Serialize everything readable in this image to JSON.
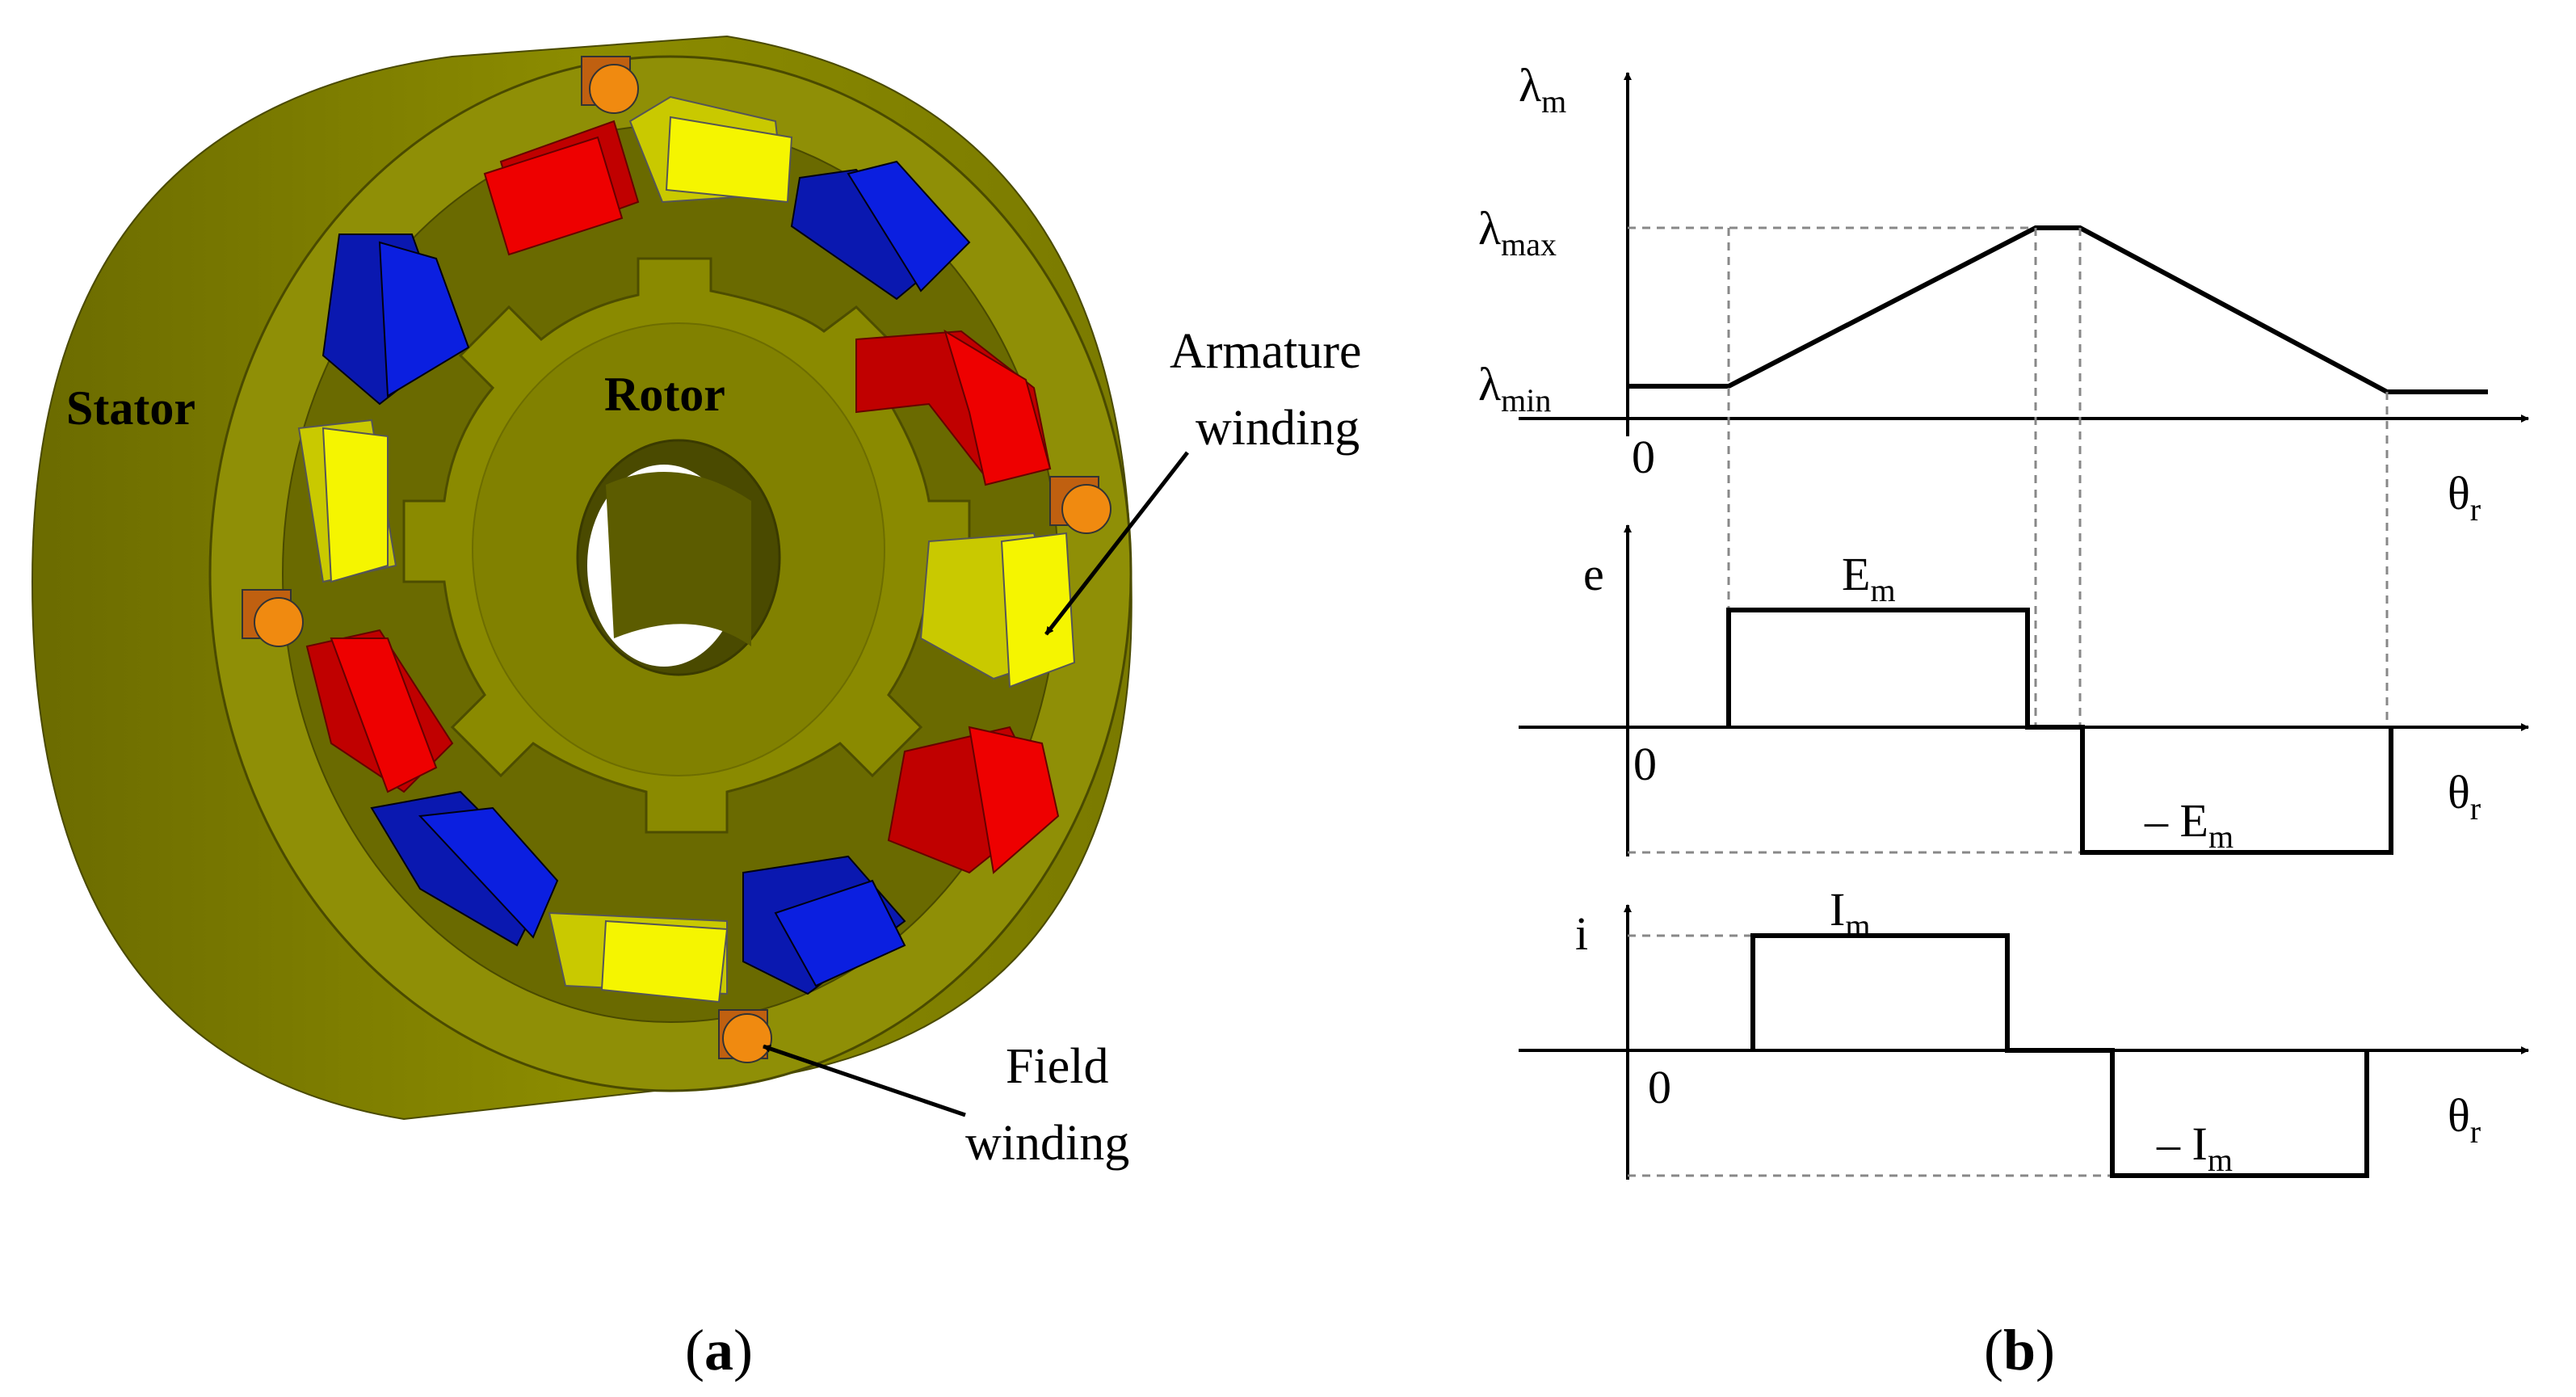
{
  "panel_a": {
    "caption_open": "(",
    "caption_letter": "a",
    "caption_close": ")",
    "label_stator": "Stator",
    "label_rotor": "Rotor",
    "label_armature_line1": "Armature",
    "label_armature_line2": "winding",
    "label_field_line1": "Field",
    "label_field_line2": "winding",
    "colors": {
      "iron": "#8a8a00",
      "iron_dark": "#5a5a00",
      "iron_light": "#a8a81c",
      "coil_red": "#ee0000",
      "coil_blue": "#0b1fe0",
      "coil_yellow": "#f5f500",
      "field": "#f08a10"
    }
  },
  "panel_b": {
    "caption_open": "(",
    "caption_letter": "b",
    "caption_close": ")",
    "flux_plot": {
      "y_label": "λ",
      "y_label_sub": "m",
      "tick_max": "λ",
      "tick_max_sub": "max",
      "tick_min": "λ",
      "tick_min_sub": "min",
      "origin": "0",
      "x_label": "θ",
      "x_label_sub": "r"
    },
    "emf_plot": {
      "y_label": "e",
      "pos_label": "E",
      "pos_label_sub": "m",
      "neg_label": "– E",
      "neg_label_sub": "m",
      "origin": "0",
      "x_label": "θ",
      "x_label_sub": "r"
    },
    "current_plot": {
      "y_label": "i",
      "pos_label": "I",
      "pos_label_sub": "m",
      "neg_label": "– I",
      "neg_label_sub": "m",
      "origin": "0",
      "x_label": "θ",
      "x_label_sub": "r"
    }
  }
}
